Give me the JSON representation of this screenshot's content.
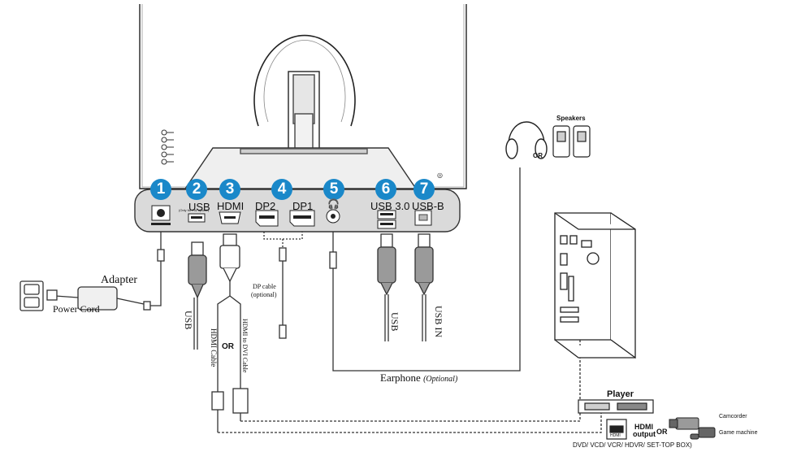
{
  "ports": [
    {
      "number": "1",
      "label": ""
    },
    {
      "number": "2",
      "label": "USB",
      "sublabel": "(Only for FW update)"
    },
    {
      "number": "3",
      "label": "HDMI"
    },
    {
      "number": "4",
      "label_a": "DP2",
      "label_b": "DP1"
    },
    {
      "number": "5",
      "label": "🎧"
    },
    {
      "number": "6",
      "label": "USB 3.0"
    },
    {
      "number": "7",
      "label": "USB-B"
    }
  ],
  "adapter": {
    "label": "Adapter",
    "power_cord": "Power Cord"
  },
  "cables": {
    "usb_left": "USB",
    "hdmi_cable": "HDMI Cable",
    "or_1": "OR",
    "hdmi_to_dvi": "HDMI to DVI Cable",
    "dp_cable": "DP cable",
    "dp_optional": "(optional)",
    "usb_right": "USB",
    "usb_in": "USB IN",
    "earphone": "Earphone",
    "earphone_optional": "(Optional)"
  },
  "audio": {
    "speakers": "Speakers",
    "or": "OR"
  },
  "player": {
    "title": "Player",
    "hdmi_output_1": "HDMI",
    "hdmi_output_2": "output",
    "hdmi_port": "HDMI",
    "or": "OR",
    "devices": "DVD/ VCD/ VCR/ HDVR/ SET-TOP BOX)",
    "camcorder": "Camcorder",
    "game_machine": "Game machine"
  }
}
